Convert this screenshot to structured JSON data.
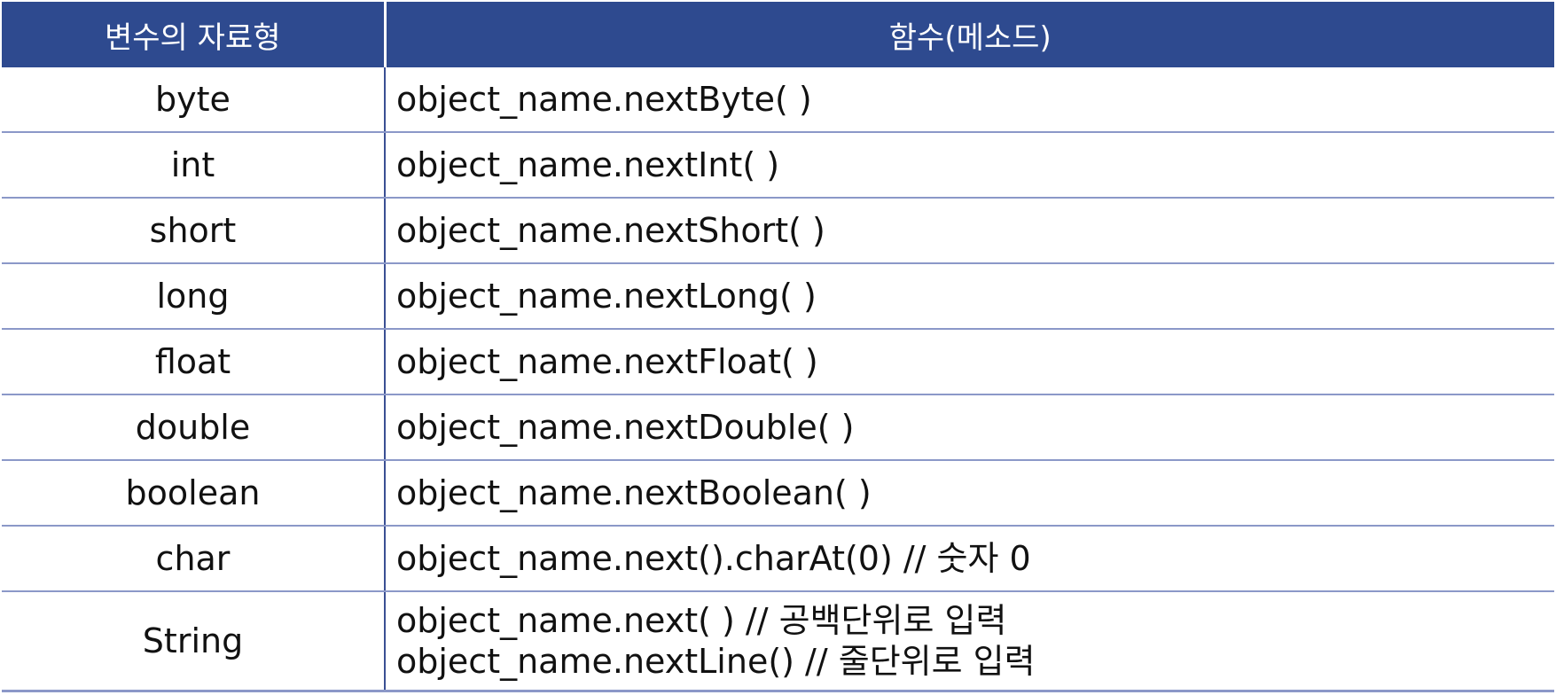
{
  "table": {
    "headers": {
      "type": "변수의 자료형",
      "method": "함수(메소드)"
    },
    "rows": [
      {
        "type": "byte",
        "methods": [
          "object_name.nextByte( )"
        ]
      },
      {
        "type": "int",
        "methods": [
          "object_name.nextInt( )"
        ]
      },
      {
        "type": "short",
        "methods": [
          "object_name.nextShort( )"
        ]
      },
      {
        "type": "long",
        "methods": [
          "object_name.nextLong( )"
        ]
      },
      {
        "type": "float",
        "methods": [
          "object_name.nextFloat( )"
        ]
      },
      {
        "type": "double",
        "methods": [
          "object_name.nextDouble( )"
        ]
      },
      {
        "type": "boolean",
        "methods": [
          "object_name.nextBoolean( )"
        ]
      },
      {
        "type": "char",
        "methods": [
          "object_name.next().charAt(0) // 숫자 0"
        ]
      },
      {
        "type": "String",
        "methods": [
          "object_name.next( ) // 공백단위로 입력",
          "object_name.nextLine() // 줄단위로 입력"
        ]
      }
    ],
    "colors": {
      "header_background": "#2e4a8f",
      "header_text": "#ffffff",
      "row_divider": "#8b98c8",
      "column_divider": "#3a4f93"
    }
  }
}
